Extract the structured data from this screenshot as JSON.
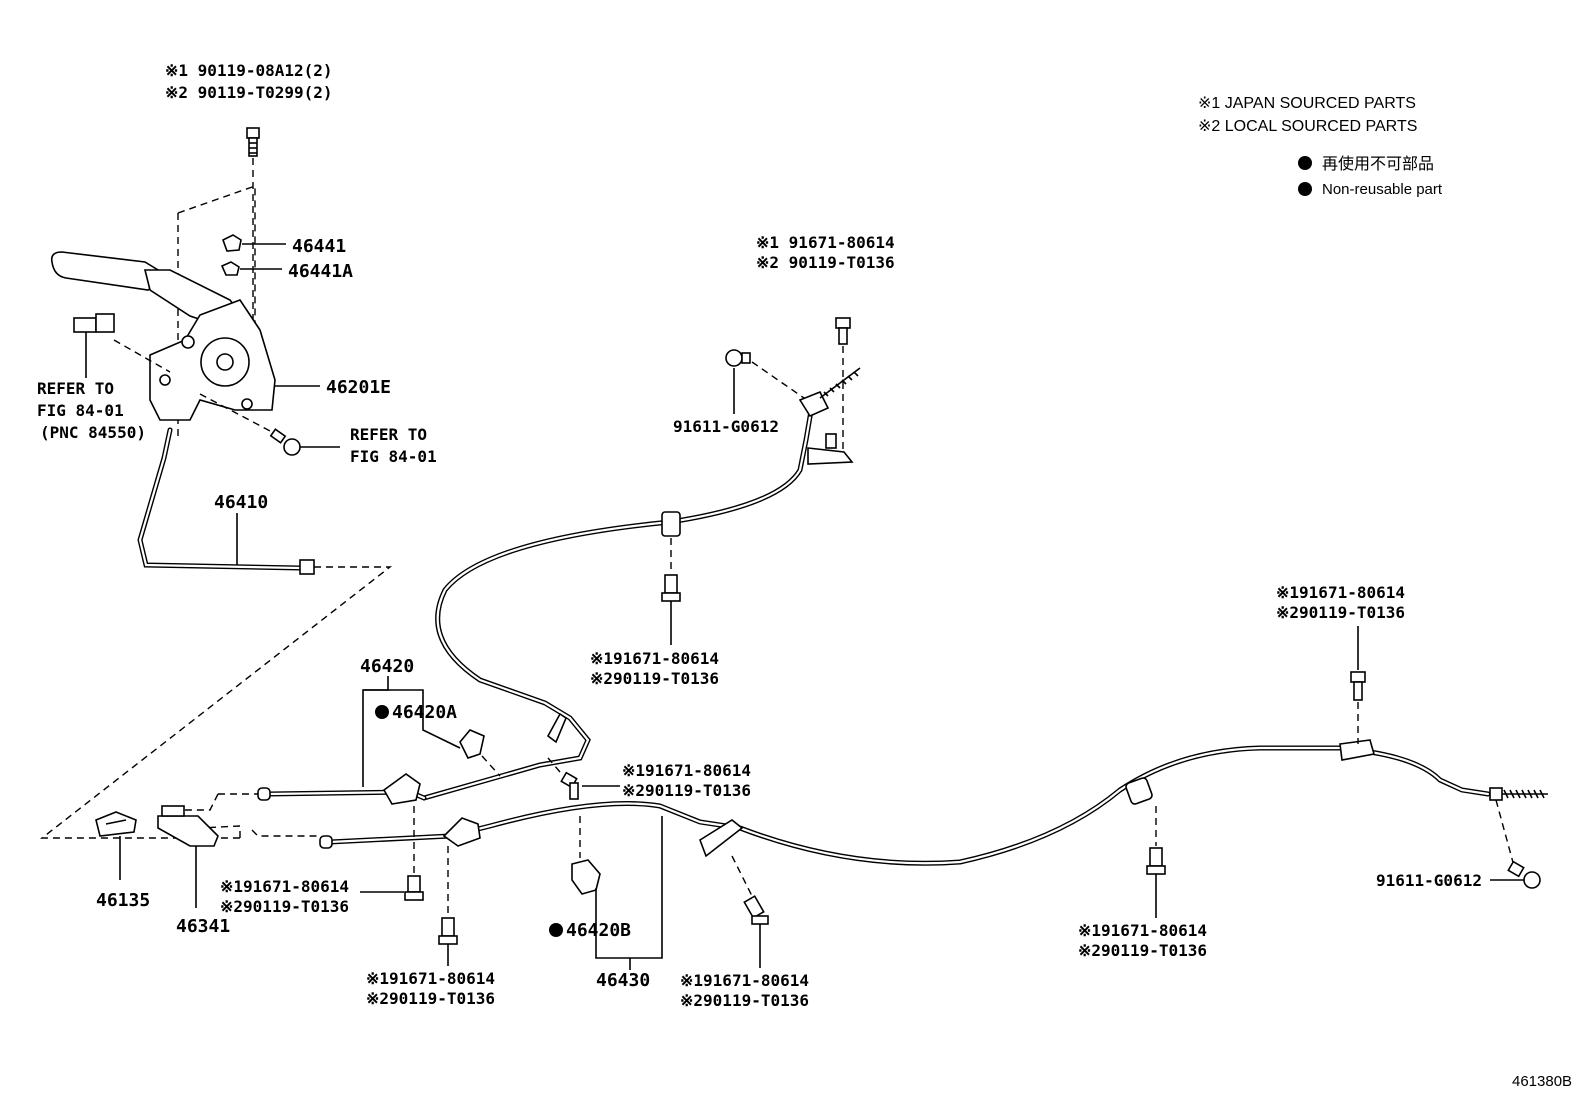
{
  "legend": {
    "note1": "※1 JAPAN SOURCED PARTS",
    "note2": "※2 LOCAL SOURCED PARTS",
    "nonreusable_jp": "再使用不可部品",
    "nonreusable_en": "Non-reusable part"
  },
  "labels": {
    "top_bolt_1": "※1 90119-08A12(2)",
    "top_bolt_2": "※2 90119-T0299(2)",
    "p46441": "46441",
    "p46441A": "46441A",
    "p46201E": "46201E",
    "refer1_line1": "REFER TO",
    "refer1_line2": "FIG 84-01",
    "refer1_line3": "(PNC 84550)",
    "refer2_line1": "REFER TO",
    "refer2_line2": "FIG 84-01",
    "p46410": "46410",
    "p46420": "46420",
    "p46420A": "46420A",
    "p46420B": "46420B",
    "p46430": "46430",
    "p46135": "46135",
    "p46341": "46341",
    "upper_bolt_1": "※1 91671-80614",
    "upper_bolt_2": "※2 90119-T0136",
    "nut_91611_upper": "91611-G0612",
    "mid_bolt_1": "※191671-80614",
    "mid_bolt_2": "※290119-T0136",
    "junction_bolt_1": "※191671-80614",
    "junction_bolt_2": "※290119-T0136",
    "lower_left_bolt_1": "※191671-80614",
    "lower_left_bolt_2": "※290119-T0136",
    "bottom_left_bolt_1": "※191671-80614",
    "bottom_left_bolt_2": "※290119-T0136",
    "bottom_mid_bolt_1": "※191671-80614",
    "bottom_mid_bolt_2": "※290119-T0136",
    "right_mid_bolt_1": "※191671-80614",
    "right_mid_bolt_2": "※290119-T0136",
    "right_top_bolt_1": "※191671-80614",
    "right_top_bolt_2": "※290119-T0136",
    "nut_91611_right": "91611-G0612",
    "figure_code": "461380B"
  }
}
